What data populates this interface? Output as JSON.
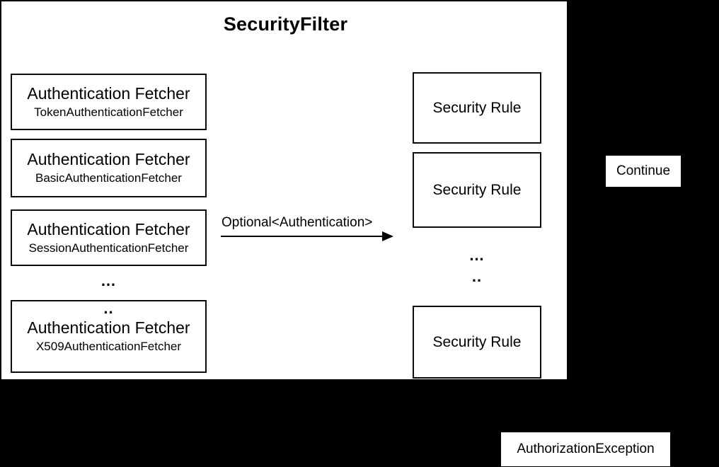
{
  "title": "SecurityFilter",
  "colors": {
    "background": "#000000",
    "surface": "#ffffff",
    "border": "#000000",
    "text": "#000000"
  },
  "fetchers": {
    "ellipsis": "…",
    "items": [
      {
        "title": "Authentication Fetcher",
        "subtitle": "TokenAuthenticationFetcher"
      },
      {
        "title": "Authentication Fetcher",
        "subtitle": "BasicAuthenticationFetcher"
      },
      {
        "title": "Authentication Fetcher",
        "subtitle": "SessionAuthenticationFetcher"
      },
      {
        "title": "Authentication Fetcher",
        "subtitle": "X509AuthenticationFetcher",
        "prefix": ".."
      }
    ]
  },
  "arrow": {
    "label": "Optional<Authentication>"
  },
  "rules": {
    "ellipsis": "…",
    "ellipsis2": "..",
    "items": [
      {
        "label": "Security Rule"
      },
      {
        "label": "Security Rule"
      },
      {
        "label": "Security Rule"
      }
    ]
  },
  "outcomes": {
    "continue_label": "Continue",
    "exception_label": "AuthorizationException"
  }
}
